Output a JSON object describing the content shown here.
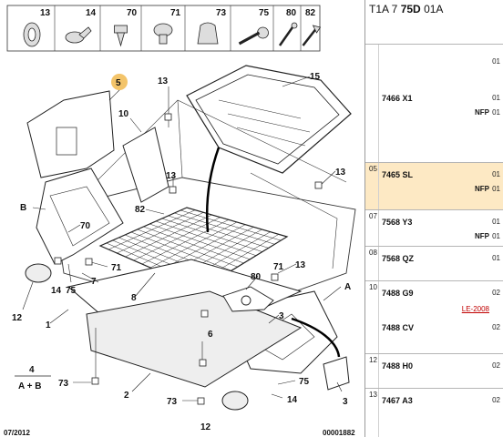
{
  "diagram": {
    "legend_items": [
      {
        "num": "13",
        "icon": "grommet-icon"
      },
      {
        "num": "14",
        "icon": "bracket-icon"
      },
      {
        "num": "70",
        "icon": "push-clip-icon"
      },
      {
        "num": "71",
        "icon": "plug-icon"
      },
      {
        "num": "73",
        "icon": "cap-icon"
      },
      {
        "num": "75",
        "icon": "screw-icon"
      },
      {
        "num": "80",
        "icon": "bolt-icon"
      },
      {
        "num": "82",
        "icon": "rivet-icon"
      }
    ],
    "callouts": {
      "c5": "5",
      "c10": "10",
      "c13a": "13",
      "c15": "15",
      "c13b": "13",
      "cB": "B",
      "c70": "70",
      "c82": "82",
      "c13c": "13",
      "c71a": "71",
      "c7": "7",
      "c75a": "75",
      "c14a": "14",
      "c80": "80",
      "c71b": "71",
      "c13d": "13",
      "c12a": "12",
      "c1": "1",
      "c8": "8",
      "c6": "6",
      "c3": "3",
      "cA": "A",
      "c4": "4",
      "cAB": "A + B",
      "c73a": "73",
      "c2": "2",
      "c73b": "73",
      "c75b": "75",
      "c14b": "14",
      "c3b": "3",
      "c12b": "12"
    },
    "footer_left": "07/2012",
    "footer_right": "00001882"
  },
  "panel": {
    "ref_prefix": "T1A 7",
    "ref_bold": "75D",
    "ref_suffix": "01A",
    "rows": [
      {
        "rn": "",
        "parts": [
          {
            "pn": "7466 X1",
            "q": "01",
            "tag": "NFP"
          }
        ],
        "hl": false
      },
      {
        "rn": "05",
        "parts": [
          {
            "pn": "7465 SL",
            "q": "01",
            "tag": "NFP"
          }
        ],
        "hl": true
      },
      {
        "rn": "07",
        "parts": [
          {
            "pn": "7568 Y3",
            "q": "01",
            "tag": "NFP"
          }
        ],
        "hl": false
      },
      {
        "rn": "08",
        "parts": [
          {
            "pn": "7568 QZ",
            "q": "01",
            "tag": ""
          }
        ],
        "hl": false
      },
      {
        "rn": "10",
        "parts": [
          {
            "pn": "7488 G9",
            "q": "02",
            "tag": ""
          },
          {
            "pn": "7488 CV",
            "q": "02",
            "tag": "",
            "le": "LE-2008"
          }
        ],
        "hl": false
      },
      {
        "rn": "12",
        "parts": [
          {
            "pn": "7488 H0",
            "q": "02",
            "tag": ""
          }
        ],
        "hl": false
      },
      {
        "rn": "13",
        "parts": [
          {
            "pn": "7467 A3",
            "q": "02",
            "tag": ""
          }
        ],
        "hl": false
      }
    ],
    "extra_qty_top": "01"
  }
}
